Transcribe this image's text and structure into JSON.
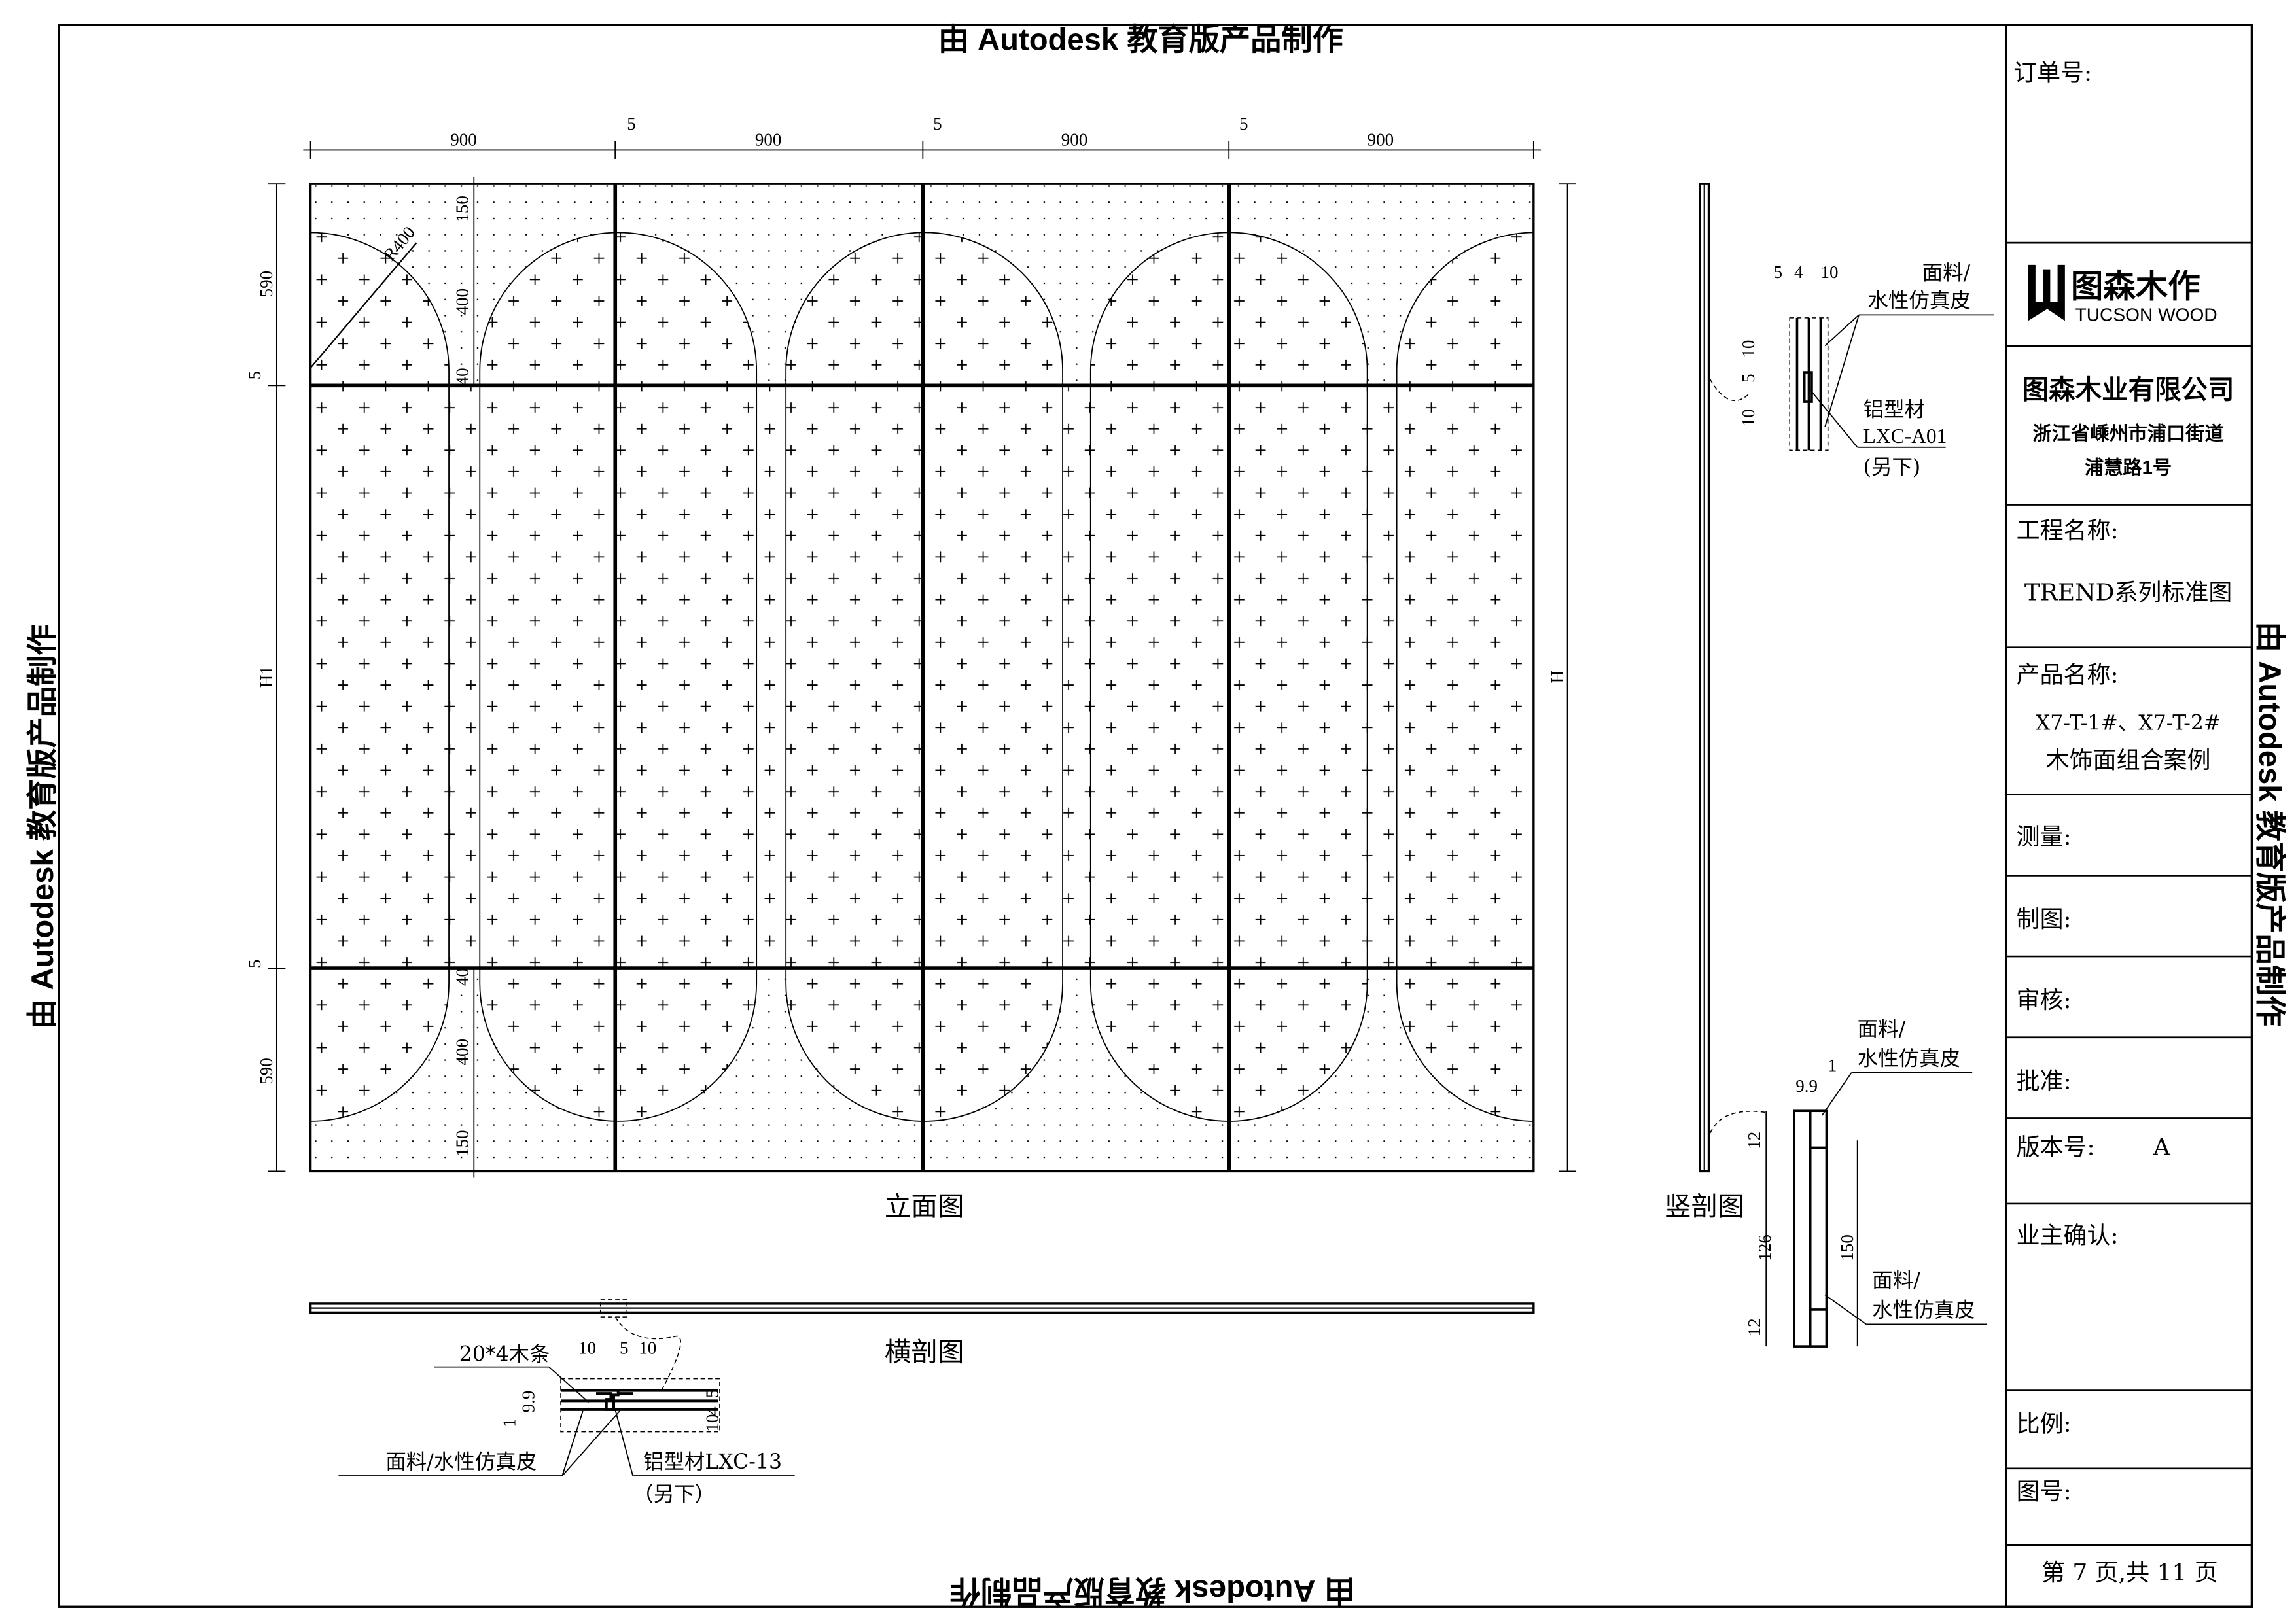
{
  "watermark": "由 Autodesk 教育版产品制作",
  "elevation": {
    "title": "立面图",
    "top_dims": [
      "900",
      "900",
      "900",
      "900"
    ],
    "gap_dims": [
      "5",
      "5",
      "5"
    ],
    "left_dims": {
      "top": "590",
      "gap_top": "5",
      "middle": "H1",
      "gap_bottom": "5",
      "bottom": "590"
    },
    "right_dim": "H",
    "radius_label": "R400",
    "inner_dims_top": [
      "150",
      "400",
      "40"
    ],
    "inner_dims_bottom": [
      "40",
      "400",
      "150"
    ]
  },
  "horizontal_section": {
    "title": "横剖图",
    "wood_strip": "20*4木条",
    "dims_top": [
      "10",
      "5",
      "10"
    ],
    "dims_left": [
      "1",
      "9.9"
    ],
    "dims_right": [
      "10",
      "4",
      "5"
    ],
    "face_label": "面料/水性仿真皮",
    "profile_label": "铝型材LXC-13",
    "profile_note": "（另下）"
  },
  "vertical_section": {
    "title": "竖剖图",
    "top_detail": {
      "dims_top": [
        "5",
        "4",
        "10"
      ],
      "dims_left": [
        "10",
        "5",
        "10"
      ],
      "face_label_1": "面料/",
      "face_label_2": "水性仿真皮",
      "profile_label_1": "铝型材",
      "profile_label_2": "LXC-A01",
      "profile_note": "(另下)"
    },
    "bottom_detail": {
      "face_label_1": "面料/",
      "face_label_2": "水性仿真皮",
      "dims_top": [
        "9.9",
        "1"
      ],
      "dims_left": [
        "12",
        "126",
        "12"
      ],
      "dim_right": "150",
      "face_label_b1": "面料/",
      "face_label_b2": "水性仿真皮"
    }
  },
  "title_block": {
    "order_no": "订单号:",
    "logo_cn": "图森木作",
    "logo_en": "TUCSON WOOD",
    "company": "图森木业有限公司",
    "address_1": "浙江省嵊州市浦口街道",
    "address_2": "浦慧路1号",
    "project_label": "工程名称:",
    "project_value": "TREND系列标准图",
    "product_label": "产品名称:",
    "product_value_1": "X7-T-1#、X7-T-2#",
    "product_value_2": "木饰面组合案例",
    "measure": "测量:",
    "drawn": "制图:",
    "review": "审核:",
    "approve": "批准:",
    "version_label": "版本号:",
    "version_value": "A",
    "owner_confirm": "业主确认:",
    "scale": "比例:",
    "drawing_no": "图号:",
    "page": "第 7 页,共 11 页"
  }
}
